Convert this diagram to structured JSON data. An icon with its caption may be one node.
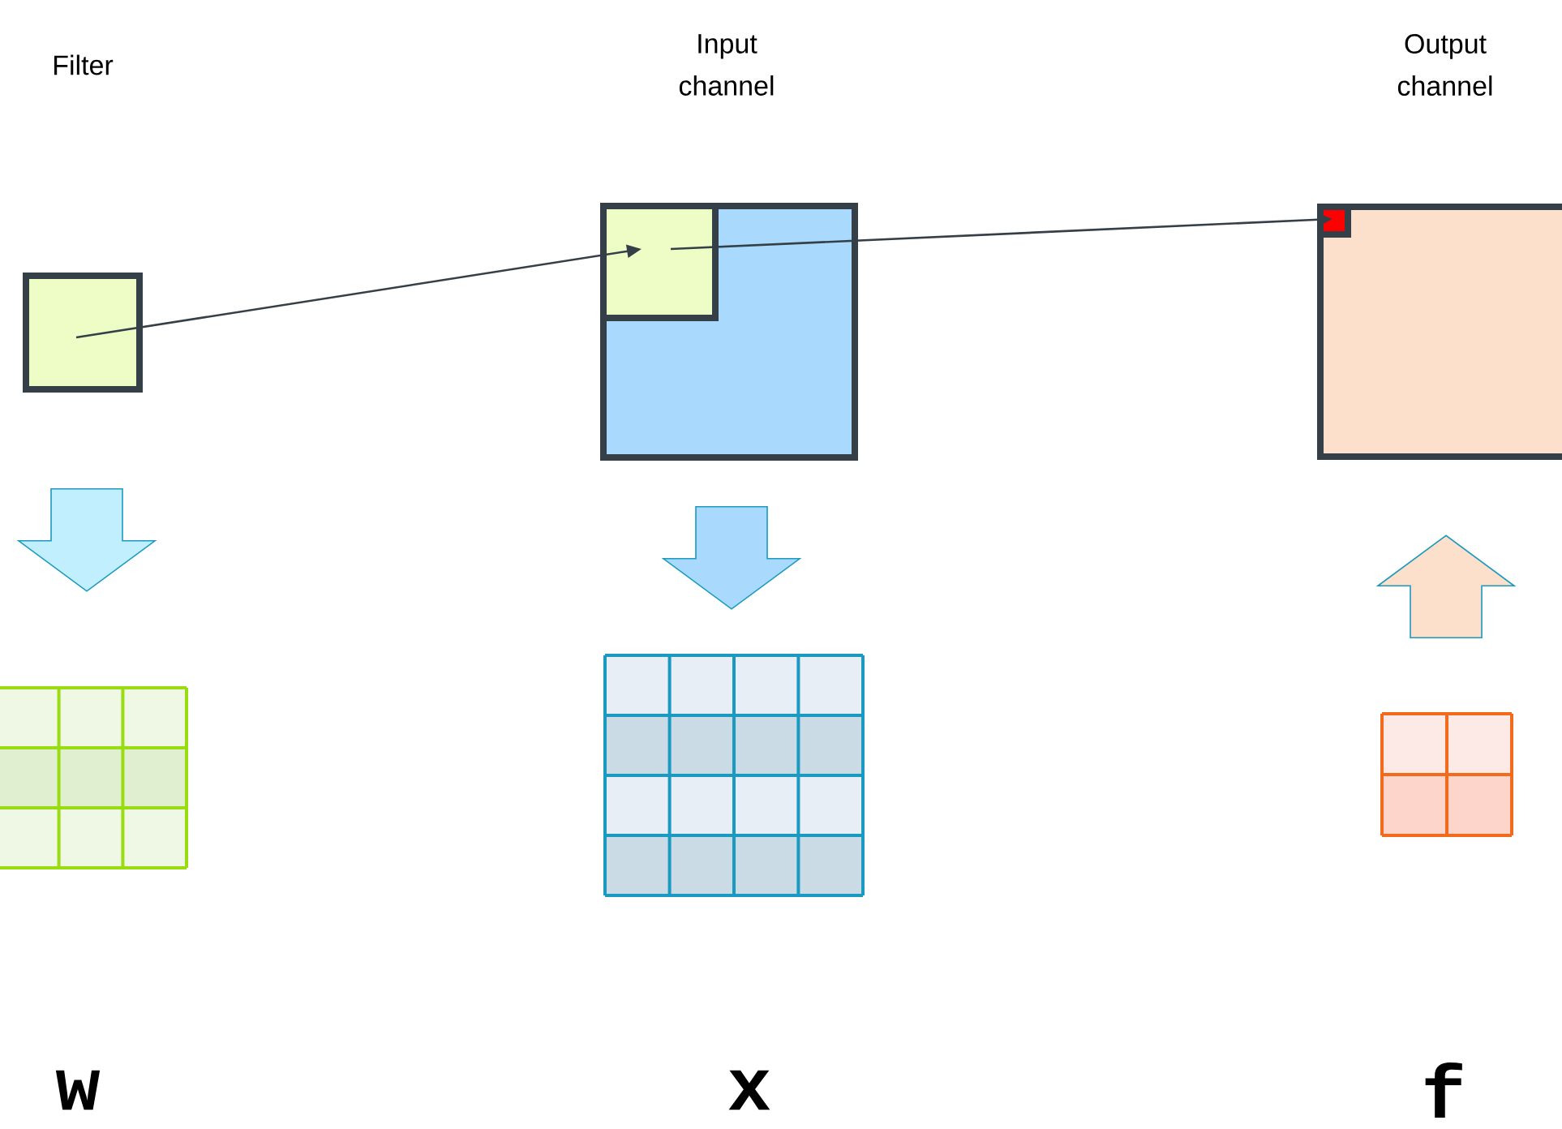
{
  "diagram": {
    "nodes": [
      {
        "text": [],
        "shape": "box"
      },
      {
        "text": [],
        "shape": "box"
      },
      {
        "text": [],
        "shape": "box",
        "in": 1
      },
      {
        "text": [],
        "shape": "box"
      },
      {
        "text": [],
        "shape": "box",
        "in": 3
      },
      {
        "text": [],
        "shape": "grid"
      },
      {
        "text": [],
        "shape": "grid"
      },
      {
        "text": [],
        "shape": "grid"
      }
    ],
    "edges": [
      {
        "from": 0,
        "to": 2,
        "arrow": "to"
      },
      {
        "from": 2,
        "to": 4,
        "arrow": "to"
      },
      {
        "from": 0,
        "to": 5,
        "arrow": "to",
        "style": "thick",
        "color": "#c1effe"
      },
      {
        "from": 1,
        "to": 6,
        "arrow": "to",
        "style": "thick",
        "color": "#a9dafe"
      },
      {
        "from": 7,
        "to": 3,
        "arrow": "to",
        "style": "thick",
        "color": "#fde0cc"
      }
    ],
    "labels": [
      "Filter",
      "Input channel",
      "Output channel",
      "w",
      "x",
      "f"
    ]
  }
}
